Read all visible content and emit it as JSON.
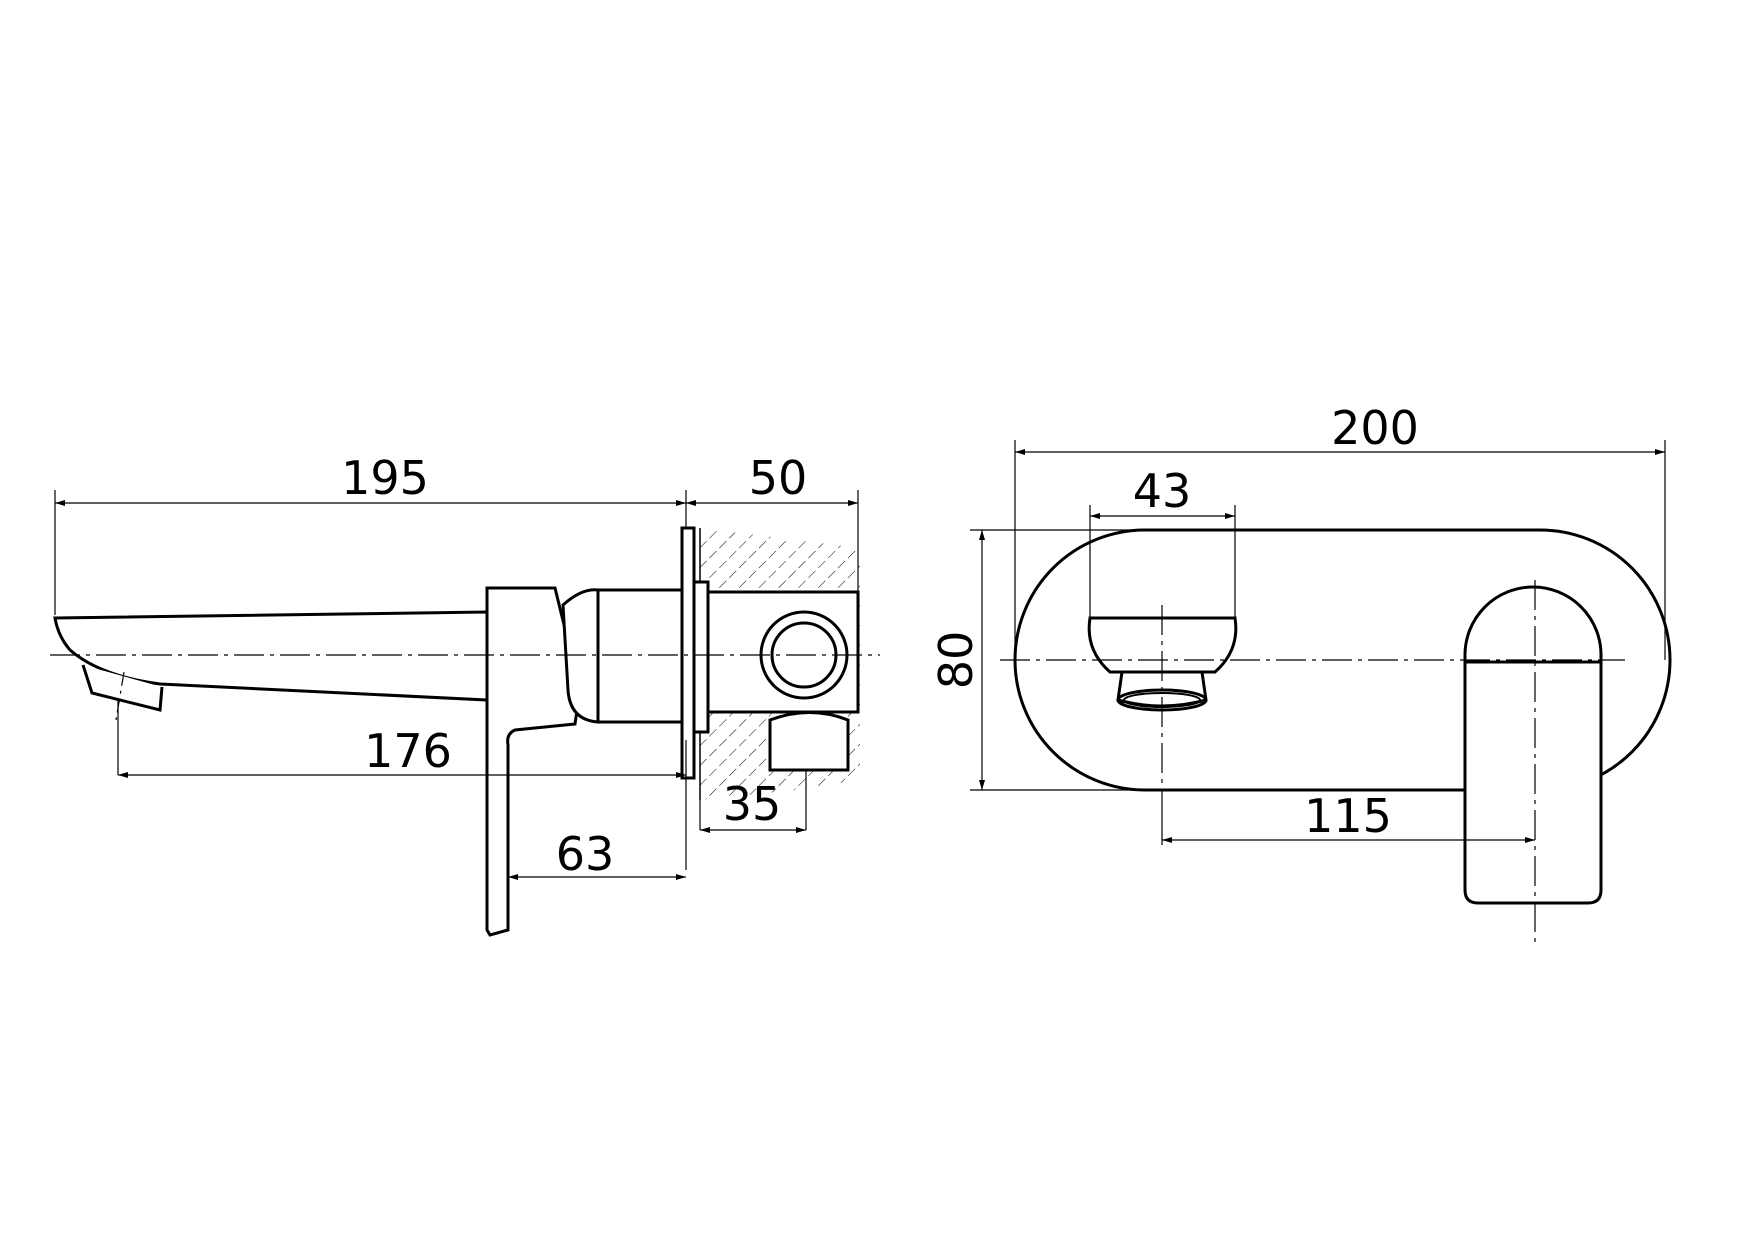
{
  "drawing": {
    "side_view": {
      "spout_length": "195",
      "wall_depth": "50",
      "outlet_reach": "176",
      "inlet_offset": "35",
      "lever_reach": "63"
    },
    "front_view": {
      "plate_width": "200",
      "spout_width": "43",
      "plate_height": "80",
      "axis_spacing": "115"
    },
    "colors": {
      "line": "#000000",
      "background": "#ffffff"
    }
  }
}
